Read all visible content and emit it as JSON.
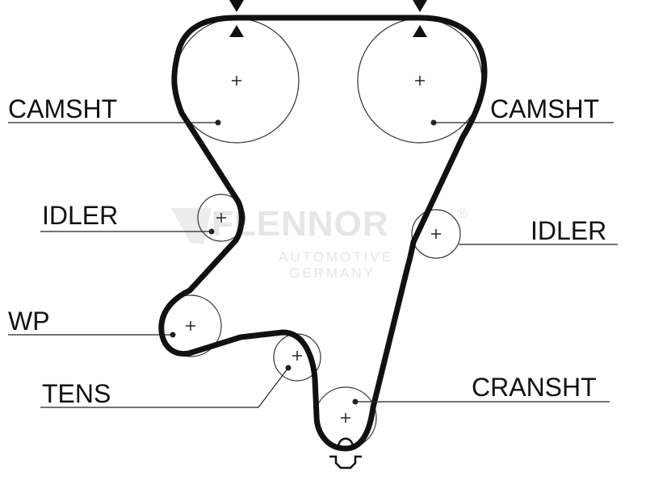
{
  "watermark": {
    "brand": "FLENNOR",
    "registered": "®",
    "line1": "AUTOMOTIVE",
    "line2": "GERMANY"
  },
  "labels": {
    "camshaft_left": "CAMSHT",
    "camshaft_right": "CAMSHT",
    "idler_left": "IDLER",
    "idler_right": "IDLER",
    "water_pump": "WP",
    "tensioner": "TENS",
    "crankshaft": "CRANSHT"
  },
  "colors": {
    "belt": "#111111",
    "watermark": "#e6e6e6"
  }
}
